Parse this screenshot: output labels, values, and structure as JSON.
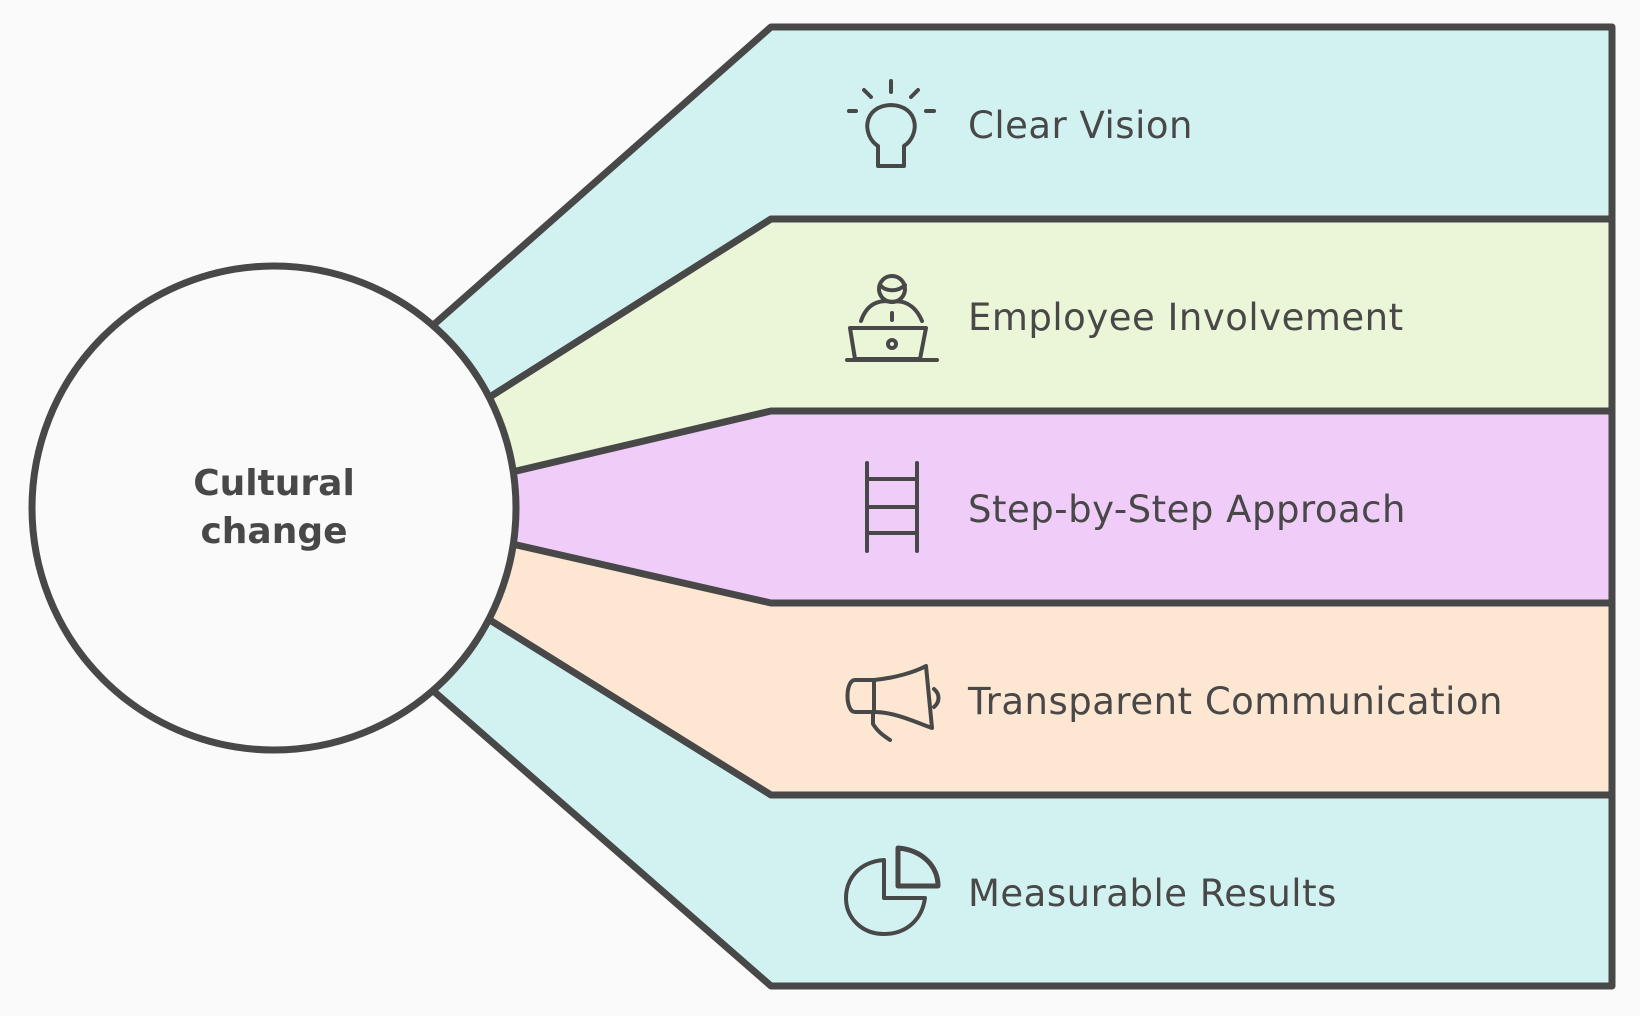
{
  "center": {
    "title": "Cultural change",
    "lines": [
      "Cultural",
      "change"
    ]
  },
  "branches": [
    {
      "label": "Clear Vision",
      "icon": "lightbulb-icon",
      "color": "#d2f2f1"
    },
    {
      "label": "Employee Involvement",
      "icon": "person-laptop-icon",
      "color": "#eaf6d7"
    },
    {
      "label": "Step-by-Step Approach",
      "icon": "ladder-icon",
      "color": "#f0cdf9"
    },
    {
      "label": "Transparent Communication",
      "icon": "megaphone-icon",
      "color": "#fde6d2"
    },
    {
      "label": "Measurable Results",
      "icon": "pie-chart-icon",
      "color": "#d2f2f1"
    }
  ],
  "colors": {
    "stroke": "#484848",
    "background": "#fafafa"
  }
}
